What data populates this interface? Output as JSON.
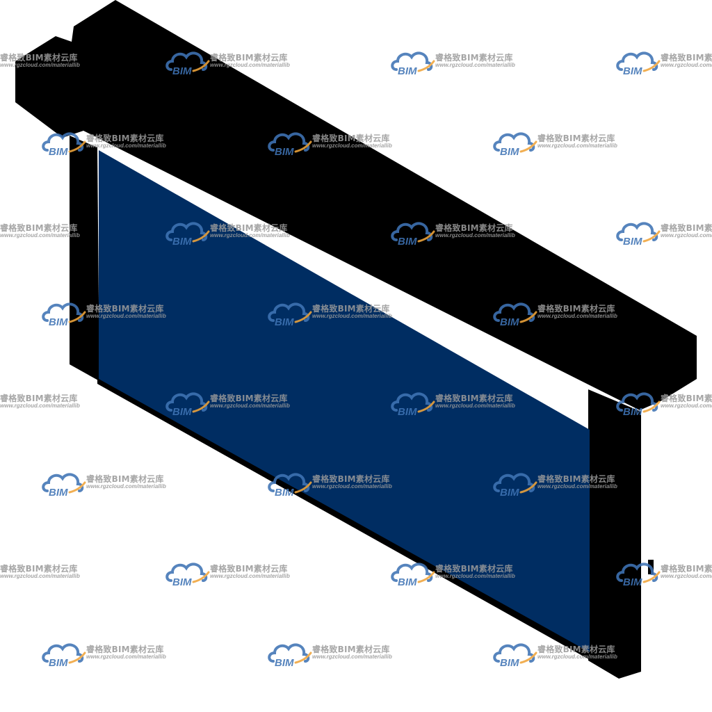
{
  "scene": {
    "subject": "wall panel with glazed face",
    "colors": {
      "background": "#ffffff",
      "body": "#000000",
      "panel_face": "#002d62",
      "watermark_logo": "#3f74b5",
      "watermark_accent": "#f0a53c",
      "watermark_text": "#9a9a9a"
    }
  },
  "watermark": {
    "logo_text": "BIM",
    "title": "睿格致BIM素材云库",
    "url": "www.rgzcloud.com/materiallib"
  }
}
